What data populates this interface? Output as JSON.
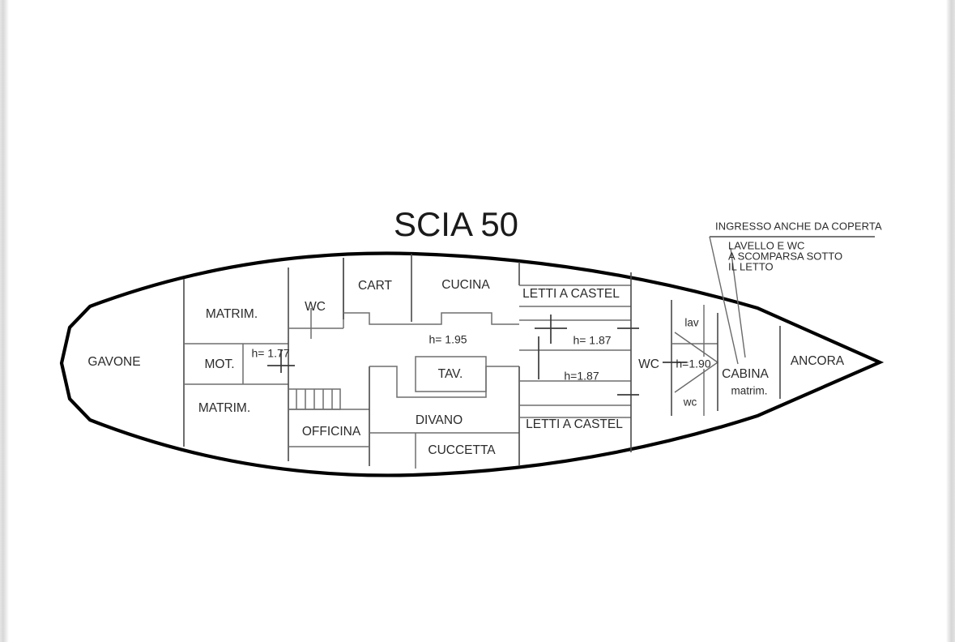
{
  "document": {
    "title": "SCIA 50",
    "kind": "boat-deck-plan"
  },
  "annotation": {
    "heading": "INGRESSO ANCHE DA COPERTA",
    "line1": "LAVELLO E WC",
    "line2": "A SCOMPARSA SOTTO",
    "line3": "IL LETTO"
  },
  "rooms": {
    "gavone": "GAVONE",
    "matrim_upper": "MATRIM.",
    "matrim_lower": "MATRIM.",
    "mot": "MOT.",
    "wc_left": "WC",
    "cart": "CART",
    "cucina": "CUCINA",
    "tav": "TAV.",
    "divano": "DIVANO",
    "cuccetta": "CUCCETTA",
    "officina": "OFFICINA",
    "letti_upper": "LETTI A CASTEL",
    "letti_lower": "LETTI A CASTEL",
    "wc_right": "WC",
    "lav": "lav",
    "wc_small": "wc",
    "cabina": "CABINA",
    "cabina_sub": "matrim.",
    "ancora": "ANCORA"
  },
  "dimensions": {
    "h_177": "h= 1.77",
    "h_195": "h= 1.95",
    "h_187_upper": "h= 1.87",
    "h_187_lower": "h=1.87",
    "h_190": "h=1.90"
  },
  "colors": {
    "hull_stroke": "#000000",
    "partition_stroke": "#6e6e6e",
    "text": "#2b2b2b",
    "background": "#ffffff"
  }
}
